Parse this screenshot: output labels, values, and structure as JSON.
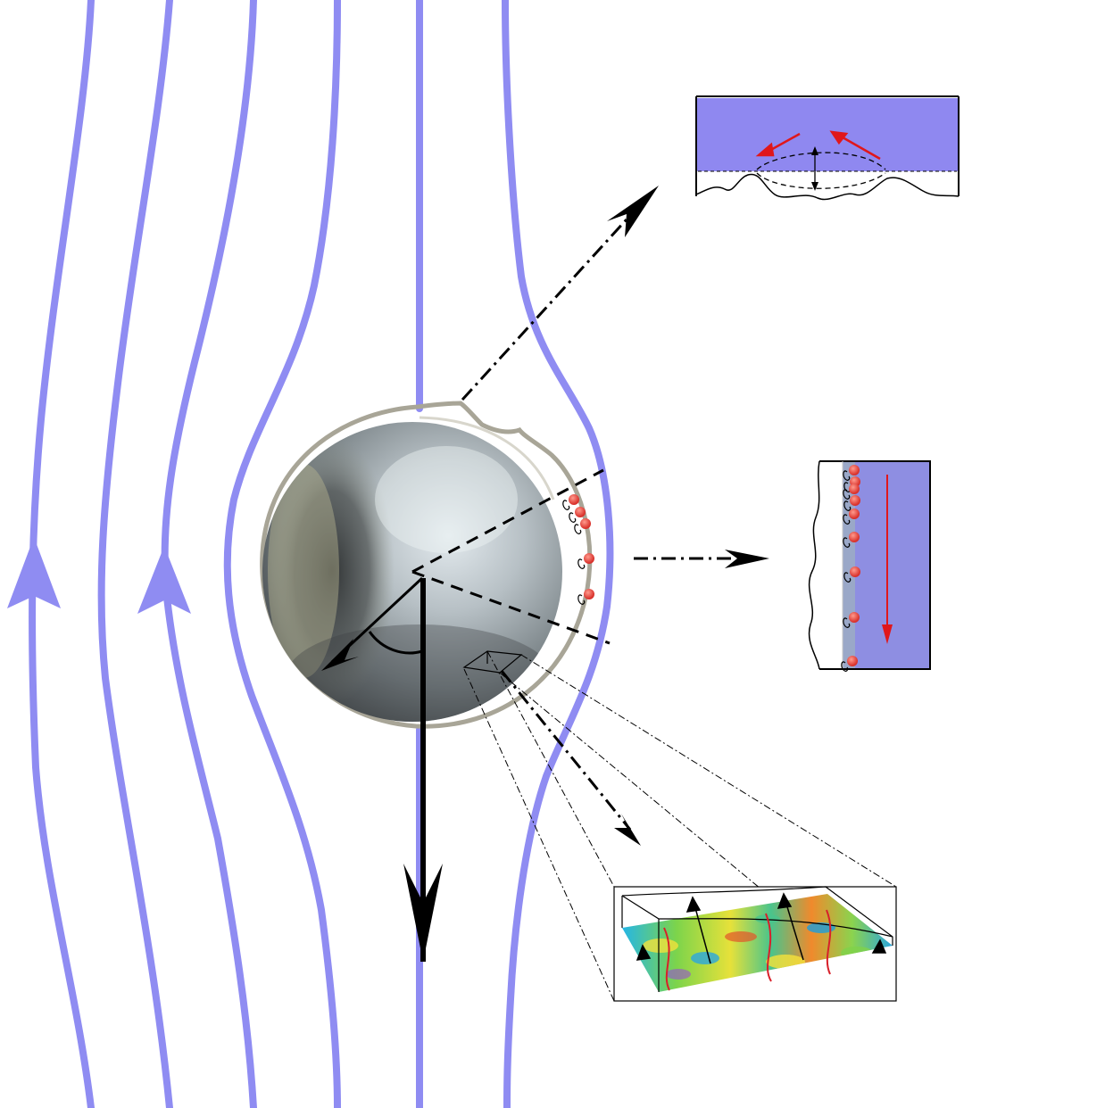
{
  "figure": {
    "description_text": "",
    "colors": {
      "background": "#ffffff",
      "streamline": "#8f8cf2",
      "fluid_fill": "#8f88f0",
      "film_fill": "#8e8ee2",
      "sphere_light": "#dfe6ea",
      "sphere_mid": "#8d969b",
      "sphere_dark": "#2e3234",
      "shell": "#a6a295",
      "arrow": "#000000",
      "red_arrow": "#e0171b",
      "particle": "#ef4b43"
    },
    "icons": [
      "streamline-up-arrow-icon",
      "gravity-down-arrow-icon",
      "dash-dot-leader-arrow-icon",
      "red-flow-arrow-icon",
      "surfactant-particle-icon"
    ],
    "insets": [
      {
        "id": "interface-deformation-inset"
      },
      {
        "id": "surfactant-film-inset"
      },
      {
        "id": "surface-texture-inset"
      }
    ]
  }
}
